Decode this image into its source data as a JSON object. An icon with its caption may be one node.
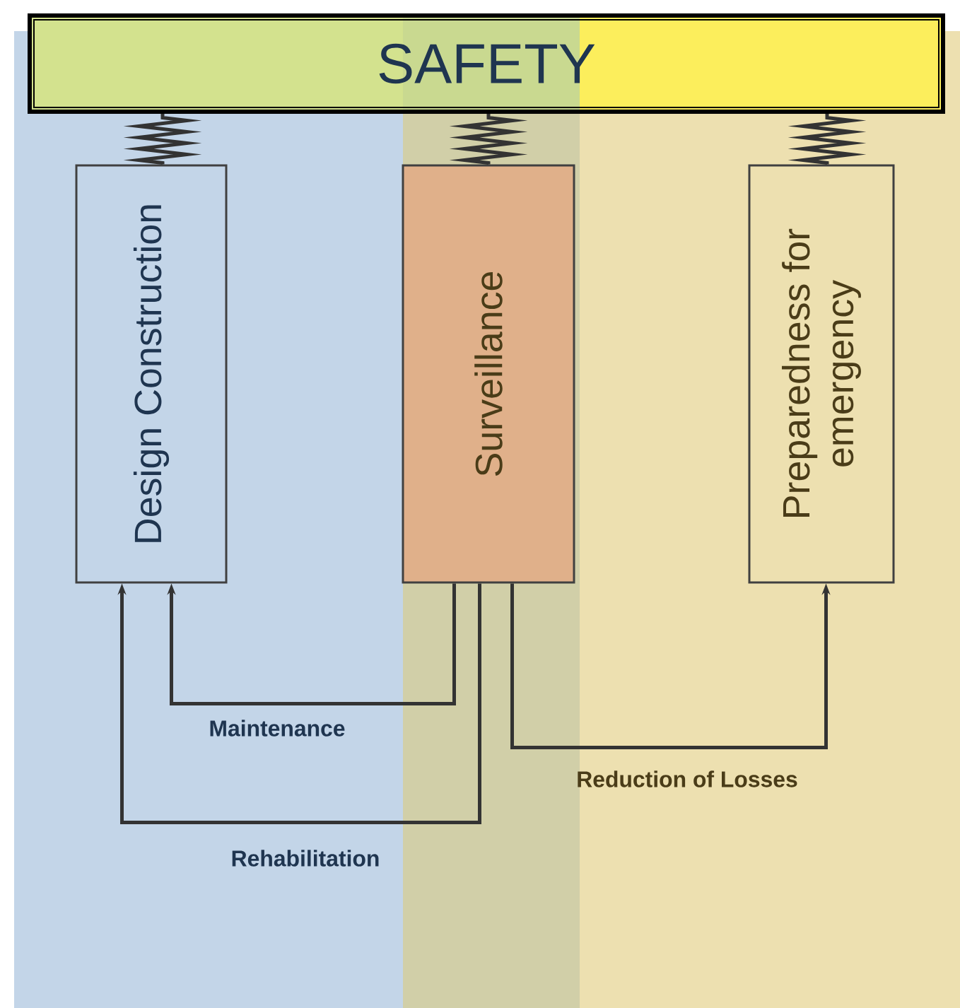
{
  "diagram": {
    "nodes": [
      {
        "text": [
          "SAFETY"
        ]
      },
      {
        "text": [
          "Design Construction"
        ]
      },
      {
        "text": [
          "Surveillance"
        ]
      },
      {
        "text": [
          "Preparedness for emergency"
        ]
      }
    ],
    "edges": [
      {
        "from": 1,
        "to": 0,
        "arrow": "none"
      },
      {
        "from": 2,
        "to": 0,
        "arrow": "none"
      },
      {
        "from": 3,
        "to": 0,
        "arrow": "none"
      },
      {
        "from": 2,
        "to": 1,
        "arrow": "to",
        "label": "Maintenance"
      },
      {
        "from": 2,
        "to": 1,
        "arrow": "to",
        "label": "Rehabilitation"
      },
      {
        "from": 2,
        "to": 3,
        "arrow": "to",
        "label": "Reduction of Losses"
      }
    ]
  }
}
